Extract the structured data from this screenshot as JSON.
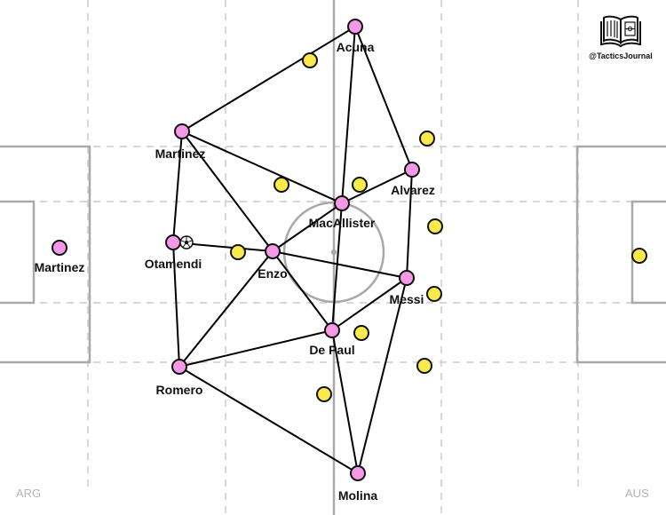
{
  "teams": {
    "home": "ARG",
    "away": "AUS"
  },
  "brand": {
    "handle": "@TacticsJournal",
    "icon": "open-book-pitch-icon"
  },
  "colors": {
    "home_player": "#f598e6",
    "away_player": "#f7ea4a",
    "pitch_line": "#a9a9a9",
    "guide_line": "#cccccc",
    "pass_line": "#000000"
  },
  "home_players": [
    {
      "id": "acuna",
      "name": "Acuna"
    },
    {
      "id": "martinez-lb",
      "name": "Martinez"
    },
    {
      "id": "alvarez",
      "name": "Alvarez"
    },
    {
      "id": "macallister",
      "name": "MacAllister"
    },
    {
      "id": "otamendi",
      "name": "Otamendi"
    },
    {
      "id": "enzo",
      "name": "Enzo"
    },
    {
      "id": "messi",
      "name": "Messi"
    },
    {
      "id": "depaul",
      "name": "De Paul"
    },
    {
      "id": "romero",
      "name": "Romero"
    },
    {
      "id": "molina",
      "name": "Molina"
    },
    {
      "id": "martinez-gk",
      "name": "Martinez"
    }
  ],
  "ball_holder": "otamendi",
  "away_player_count": 11,
  "passing_links": [
    [
      "acuna",
      "martinez-lb"
    ],
    [
      "acuna",
      "alvarez"
    ],
    [
      "acuna",
      "macallister"
    ],
    [
      "martinez-lb",
      "macallister"
    ],
    [
      "martinez-lb",
      "enzo"
    ],
    [
      "martinez-lb",
      "otamendi"
    ],
    [
      "alvarez",
      "macallister"
    ],
    [
      "alvarez",
      "messi"
    ],
    [
      "macallister",
      "enzo"
    ],
    [
      "macallister",
      "depaul"
    ],
    [
      "otamendi",
      "enzo"
    ],
    [
      "otamendi",
      "romero"
    ],
    [
      "enzo",
      "messi"
    ],
    [
      "enzo",
      "romero"
    ],
    [
      "enzo",
      "depaul"
    ],
    [
      "messi",
      "depaul"
    ],
    [
      "messi",
      "molina"
    ],
    [
      "depaul",
      "romero"
    ],
    [
      "depaul",
      "molina"
    ],
    [
      "romero",
      "molina"
    ]
  ]
}
